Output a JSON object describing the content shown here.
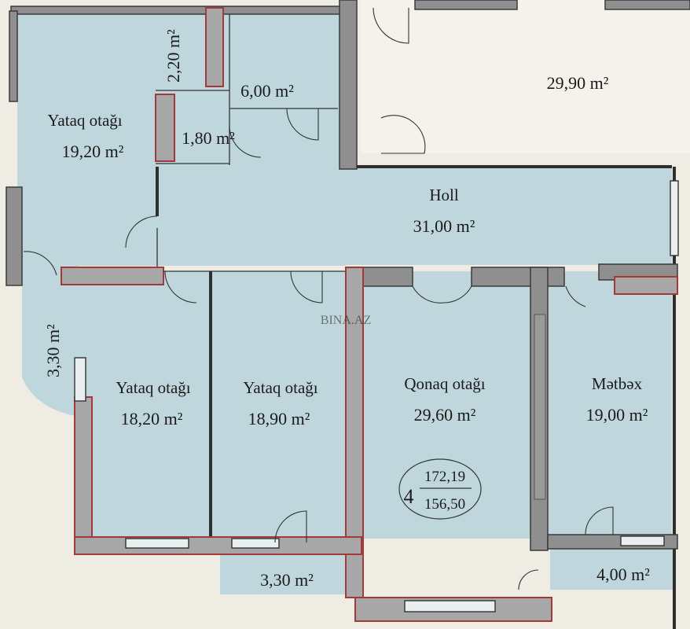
{
  "rooms": {
    "top_right": {
      "area": "29,90 m²"
    },
    "bedroom_top": {
      "name": "Yataq otağı",
      "area": "19,20 m²"
    },
    "closet_upper": {
      "area": "2,20 m²"
    },
    "bathroom": {
      "area": "6,00 m²"
    },
    "closet_lower": {
      "area": "1,80 m²"
    },
    "hall": {
      "name": "Holl",
      "area": "31,00 m²"
    },
    "balcony_left": {
      "area": "3,30 m²"
    },
    "bedroom_left": {
      "name": "Yataq otağı",
      "area": "18,20 m²"
    },
    "bedroom_mid": {
      "name": "Yataq otağı",
      "area": "18,90 m²"
    },
    "living": {
      "name": "Qonaq otağı",
      "area": "29,60 m²"
    },
    "kitchen": {
      "name": "Mətbəx",
      "area": "19,00 m²"
    },
    "balcony_bottom": {
      "area": "3,30 m²"
    },
    "balcony_right": {
      "area": "4,00 m²"
    }
  },
  "apartment_badge": {
    "rooms_count": "4",
    "total_area": "172,19",
    "living_area": "156,50"
  },
  "watermark": "BINA.AZ",
  "colors": {
    "room_fill": "#bfd7dc",
    "outer_fill": "#efece4",
    "wall_red": "#a23a3a"
  }
}
